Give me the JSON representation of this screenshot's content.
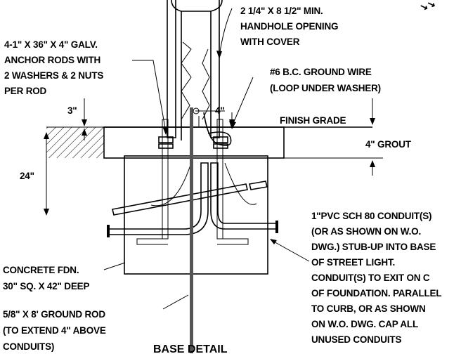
{
  "labels": {
    "handhole": [
      "2 1/4\" X 8 1/2\" MIN.",
      "HANDHOLE OPENING",
      "WITH COVER"
    ],
    "anchor": [
      "4-1\" X 36\" X 4\" GALV.",
      "ANCHOR RODS  WITH",
      "2 WASHERS &   2 NUTS",
      "PER ROD"
    ],
    "ground_wire": [
      "#6 B.C. GROUND WIRE",
      "(LOOP UNDER WASHER)"
    ],
    "dim_3": "3\"",
    "dim_4": "4\"",
    "finish_grade": "FINISH GRADE",
    "grout": "4\" GROUT",
    "dim_24": "24\"",
    "conduit": [
      "1\"PVC SCH 80  CONDUIT(S)",
      "(OR AS SHOWN   ON W.O.",
      "DWG.) STUB-UP INTO  BASE",
      "OF STREET LIGHT.",
      "CONDUIT(S)  TO EXIT ON C",
      "OF FOUNDATION. PARALLEL",
      "TO CURB, OR AS SHOWN",
      "ON W.O. DWG.  CAP ALL",
      "UNUSED CONDUITS"
    ],
    "concrete": [
      "CONCRETE FDN.",
      "30\" SQ. X 42\" DEEP"
    ],
    "ground_rod": [
      "5/8\" X 8' GROUND ROD",
      "(TO EXTEND 4\" ABOVE",
      "CONDUITS)"
    ],
    "title": "BASE DETAIL",
    "corner_mark": "↘↘"
  }
}
